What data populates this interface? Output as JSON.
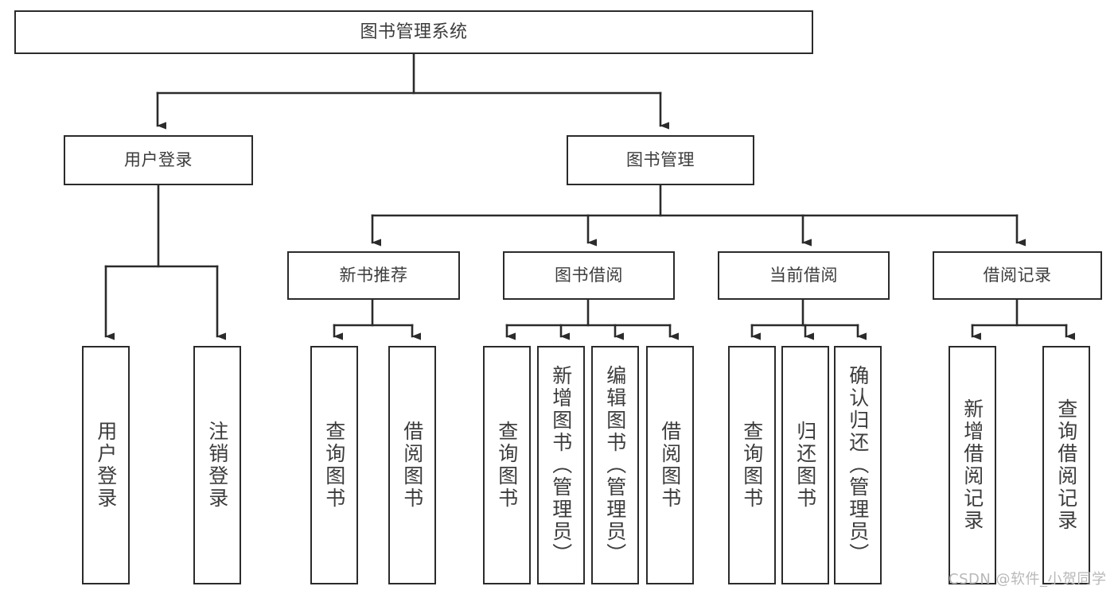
{
  "diagram": {
    "title": "图书管理系统",
    "watermark": "CSDN @软件_小贺同学",
    "colors": {
      "box_border": "#2b2b2b",
      "text": "#3c3c3c",
      "connector": "#2b2b2b",
      "background": "#ffffff",
      "watermark": "#b8b8b8"
    },
    "nodes": {
      "root": {
        "label": "图书管理系统"
      },
      "level1": [
        {
          "label": "用户登录"
        },
        {
          "label": "图书管理"
        }
      ],
      "level2": [
        {
          "label": "新书推荐"
        },
        {
          "label": "图书借阅"
        },
        {
          "label": "当前借阅"
        },
        {
          "label": "借阅记录"
        }
      ],
      "leaves": {
        "user_login": [
          {
            "label": "用户登录"
          },
          {
            "label": "注销登录"
          }
        ],
        "new_book": [
          {
            "label": "查询图书"
          },
          {
            "label": "借阅图书"
          }
        ],
        "book_borrow": [
          {
            "label": "查询图书"
          },
          {
            "label": "新增图书（管理员）"
          },
          {
            "label": "编辑图书（管理员）"
          },
          {
            "label": "借阅图书"
          }
        ],
        "current_borrow": [
          {
            "label": "查询图书"
          },
          {
            "label": "归还图书"
          },
          {
            "label": "确认归还（管理员）"
          }
        ],
        "borrow_record": [
          {
            "label": "新增借阅记录"
          },
          {
            "label": "查询借阅记录"
          }
        ]
      }
    }
  }
}
